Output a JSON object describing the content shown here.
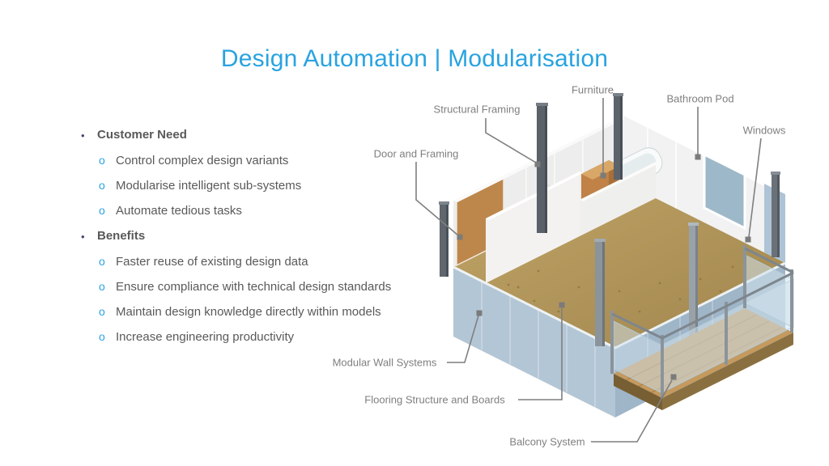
{
  "title": "Design Automation | Modularisation",
  "content": {
    "bullet_l1": "•",
    "bullet_l2": "o",
    "sections": [
      {
        "heading": "Customer Need",
        "items": [
          "Control complex design variants",
          "Modularise intelligent sub-systems",
          "Automate tedious tasks"
        ]
      },
      {
        "heading": "Benefits",
        "items": [
          "Faster reuse of existing design data",
          "Ensure compliance with technical design standards",
          "Maintain design knowledge directly within models",
          "Increase engineering productivity"
        ]
      }
    ]
  },
  "callouts": {
    "structural_framing": "Structural Framing",
    "furniture": "Furniture",
    "bathroom_pod": "Bathroom Pod",
    "windows": "Windows",
    "door_and_framing": "Door and Framing",
    "modular_wall_systems": "Modular Wall Systems",
    "flooring": "Flooring Structure and Boards",
    "balcony_system": "Balcony System"
  },
  "colors": {
    "title_accent": "#29a3e0",
    "body_text": "#595959",
    "callout_text": "#7f7f7f",
    "wall_blue": "#aec3d5",
    "floor_tan": "#b59a5e",
    "wood": "#c08a4e",
    "steel": "#5a6169"
  }
}
